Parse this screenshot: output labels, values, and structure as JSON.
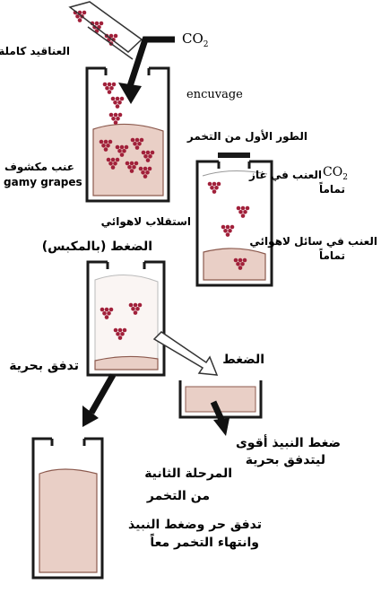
{
  "labels": {
    "whole_bunches": "العناقيد كاملة",
    "co2_top": "CO",
    "co2_top_sub": "2",
    "encuvage": "encuvage",
    "exposed_grapes": "عنب مكشوف",
    "gamy_grapes": "gamy grapes",
    "first_phase": "الطور الأول من التخمر",
    "grapes_in_co2_1": "العنب في غاز",
    "grapes_in_co2_co2": "CO",
    "grapes_in_co2_sub": "2",
    "grapes_in_co2_2": "تماماً",
    "anaerobic_metabolism": "استقلاب لاهوائي",
    "grapes_in_liquid_1": "العنب في سائل لاهوائي",
    "grapes_in_liquid_2": "تماماً",
    "pressing_press": "الضغط (بالمكبس)",
    "free_run": "تدفق بحرية",
    "pressing": "الضغط",
    "press_wine_1": "ضغط النبيذ أقوى",
    "press_wine_2": "ليتدفق بحرية",
    "second_stage_1": "المرحلة الثانية",
    "second_stage_2": "من التخمر",
    "second_stage_3": "تدفق حر وضغط النبيذ",
    "second_stage_4": "وانتهاء التخمر معاً"
  },
  "colors": {
    "liquid": "#e9cfc6",
    "liquid_edge": "#8c5a4e",
    "grape": "#a1203a",
    "vessel": "#1a1a1a"
  }
}
